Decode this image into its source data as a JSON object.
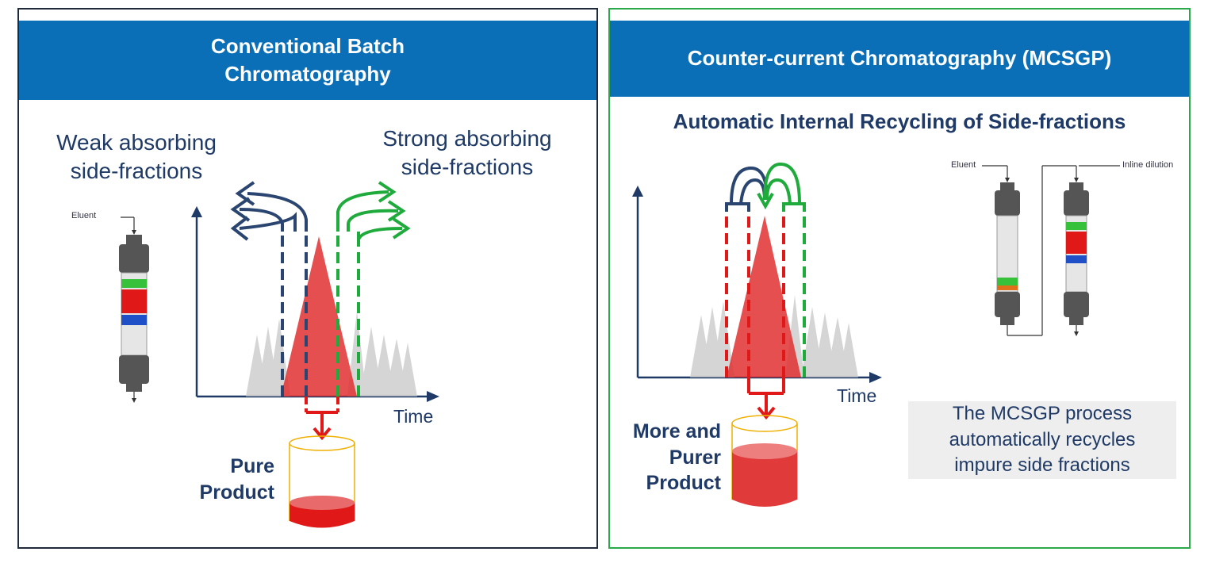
{
  "left_panel": {
    "title_line1": "Conventional Batch",
    "title_line2": "Chromatography",
    "weak_line1": "Weak absorbing",
    "weak_line2": "side-fractions",
    "strong_line1": "Strong absorbing",
    "strong_line2": "side-fractions",
    "eluent": "Eluent",
    "time": "Time",
    "product_line1": "Pure",
    "product_line2": "Product"
  },
  "right_panel": {
    "title": "Counter-current Chromatography (MCSGP)",
    "subtitle": "Automatic Internal Recycling of Side-fractions",
    "eluent": "Eluent",
    "inline_dilution": "Inline dilution",
    "time": "Time",
    "product_line1": "More and",
    "product_line2": "Purer",
    "product_line3": "Product",
    "note_line1": "The MCSGP process",
    "note_line2": "automatically recycles",
    "note_line3": "impure side fractions"
  },
  "colors": {
    "header_blue": "#0b6fb8",
    "text_navy": "#1f3a66",
    "weak_blue": "#2a4570",
    "strong_green": "#1faa3c",
    "product_red": "#e03030",
    "left_border": "#1f2a3a",
    "right_border": "#2aa84a"
  }
}
